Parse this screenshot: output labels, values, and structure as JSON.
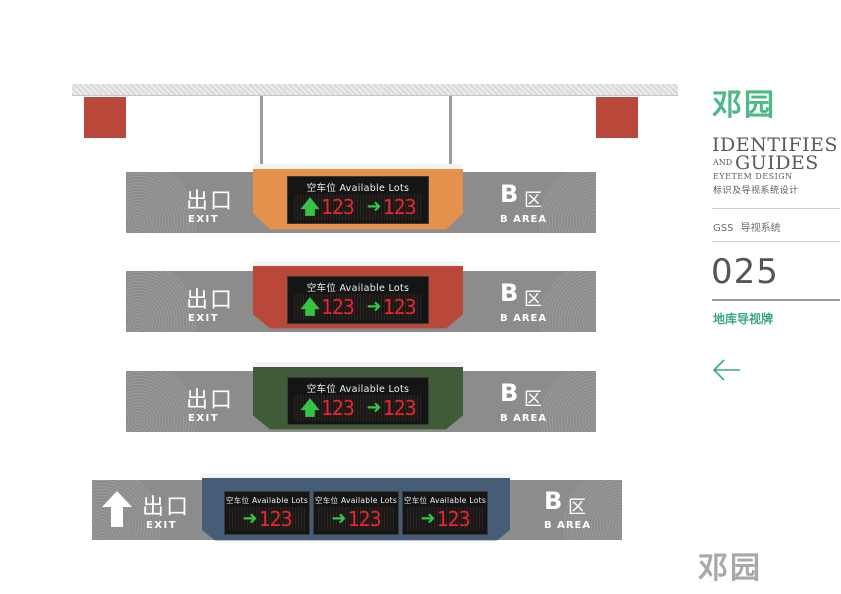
{
  "colors": {
    "plate_1": "#e4914b",
    "plate_2": "#b9483a",
    "plate_3": "#3f5c39",
    "plate_4": "#465d78",
    "band": "#8d8c8c",
    "logo_green": "#4fb889",
    "logo_gray": "#a8a8a8",
    "accent_teal": "#3aa87f",
    "led_green": "#36c444",
    "led_red": "#e8262b"
  },
  "sign": {
    "exit_cn": "出口",
    "exit_en": "EXIT",
    "b_letter": "B",
    "b_qu": "区",
    "b_area": "B AREA",
    "display_title": "空车位  Available Lots",
    "display_title_small": "空车位  Available Lots",
    "count": "123"
  },
  "panel": {
    "logo": "邓园",
    "identifies": "IDENTIFIES",
    "and": "AND",
    "guides": "GUIDES",
    "eyetem": "EYETEM DESIGN",
    "system_cn": "标识及导视系统设计",
    "gss": "GSS",
    "gss_cn": "导视系统",
    "page_no": "025",
    "section_title": "地库导视牌",
    "back_icon": "arrow-left-icon"
  },
  "footer": {
    "logo": "邓园"
  }
}
